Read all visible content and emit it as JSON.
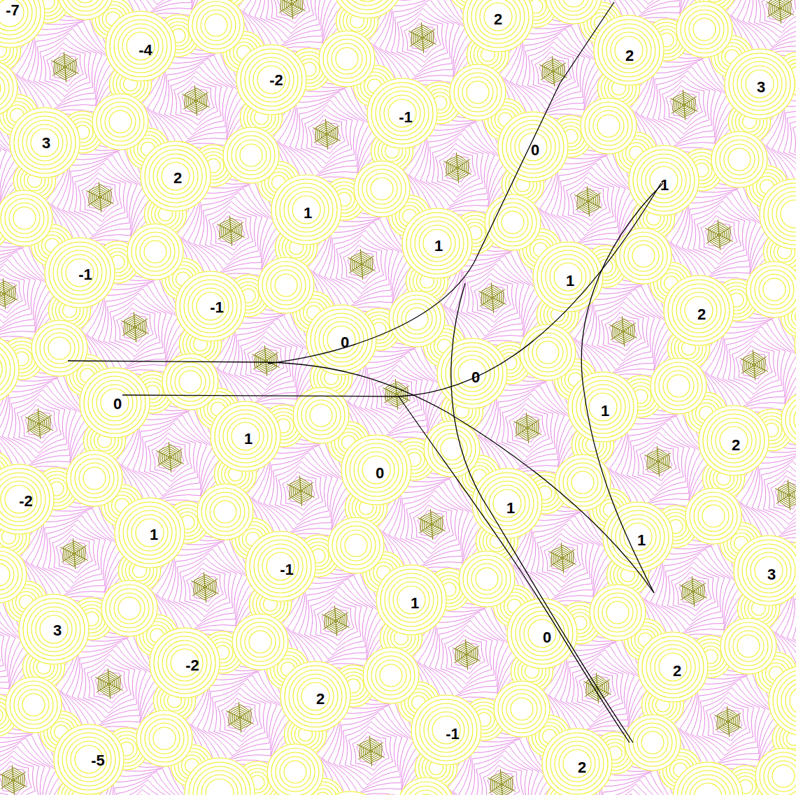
{
  "diagram": {
    "labels": [
      "-7",
      "2",
      "-4",
      "2",
      "-2",
      "3",
      "-1",
      "3",
      "0",
      "2",
      "1",
      "1",
      "1",
      "-1",
      "1",
      "-1",
      "2",
      "0",
      "0",
      "0",
      "1",
      "1",
      "2",
      "0",
      "-2",
      "1",
      "1",
      "1",
      "-1",
      "3",
      "1",
      "3",
      "0",
      "-2",
      "2",
      "2",
      "-1",
      "-5",
      "2"
    ]
  }
}
